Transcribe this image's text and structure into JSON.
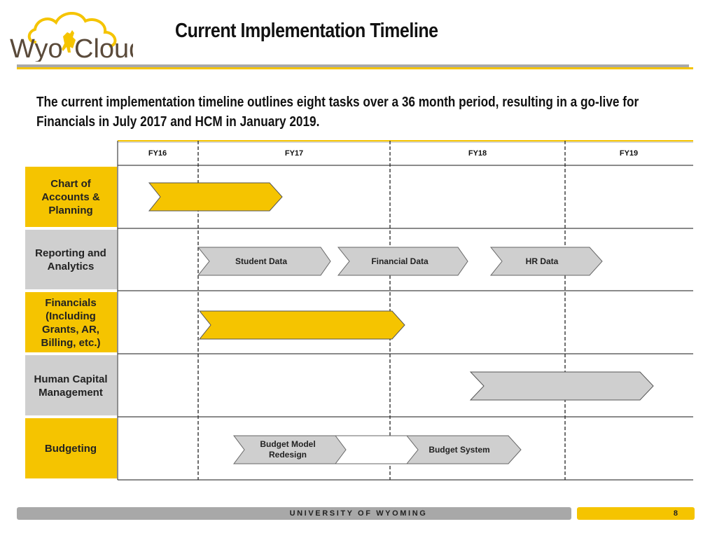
{
  "logo": {
    "text_left": "Wyo",
    "text_right": "Cloud",
    "cowboy_glyph": "bucking-horse-rider"
  },
  "header": {
    "title": "Current Implementation Timeline"
  },
  "intro": {
    "text": "The current implementation timeline outlines eight tasks over a 36 month period,  resulting in a go-live for Financials in July 2017 and HCM in January 2019."
  },
  "timeline": {
    "fiscal_years": [
      "FY16",
      "FY17",
      "FY18",
      "FY19"
    ],
    "rows": [
      {
        "label_lines": [
          "Chart of",
          "Accounts &",
          "Planning"
        ],
        "style": "yellow"
      },
      {
        "label_lines": [
          "Reporting and",
          "Analytics"
        ],
        "style": "gray"
      },
      {
        "label_lines": [
          "Financials",
          "(Including",
          "Grants, AR,",
          "Billing, etc.)"
        ],
        "style": "yellow"
      },
      {
        "label_lines": [
          "Human Capital",
          "Management"
        ],
        "style": "gray"
      },
      {
        "label_lines": [
          "Budgeting"
        ],
        "style": "yellow"
      }
    ],
    "bars": {
      "reporting": [
        "Student Data",
        "Financial Data",
        "HR Data"
      ],
      "budgeting": [
        "Budget Model\nRedesign",
        "Budget System"
      ]
    }
  },
  "footer": {
    "university": "UNIVERSITY OF WYOMING",
    "page": "8"
  },
  "colors": {
    "gold": "#f5c400",
    "gray": "#c8c8c8",
    "text": "#111111"
  }
}
